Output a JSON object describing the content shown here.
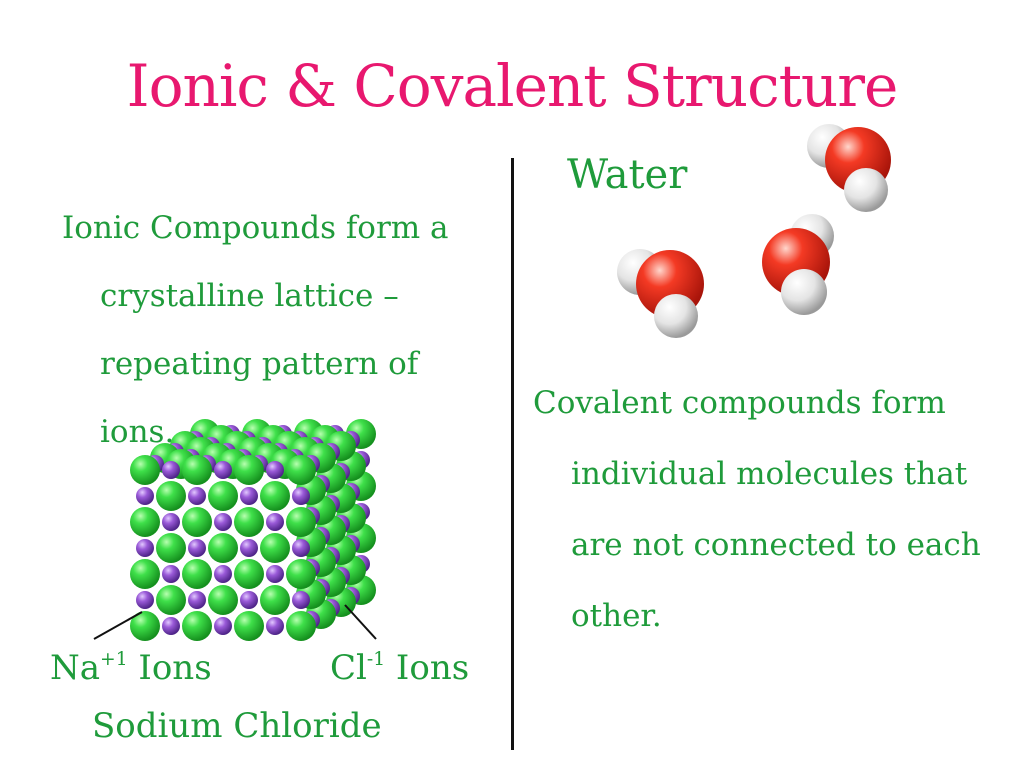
{
  "slide": {
    "title": "Ionic & Covalent Structure",
    "ionic": {
      "text": "Ionic Compounds form a crystalline lattice – repeating pattern of ions.",
      "na_label_main": "Na",
      "na_label_sup": "+1",
      "na_label_tail": " Ions",
      "cl_label_main": "Cl",
      "cl_label_sup": "-1",
      "cl_label_tail": " Ions",
      "caption": "Sodium Chloride"
    },
    "covalent": {
      "heading": "Water",
      "text": "Covalent compounds form individual molecules that are not connected to each other."
    }
  },
  "colors": {
    "title": "#e8186f",
    "text": "#1f9b3b",
    "chloride_atom": "#2fd13a",
    "sodium_atom": "#8a4fc9",
    "oxygen_atom": "#e8301e",
    "hydrogen_atom": "#e6e6e6"
  },
  "icons": [
    "nacl-lattice-image",
    "water-molecule-image"
  ]
}
